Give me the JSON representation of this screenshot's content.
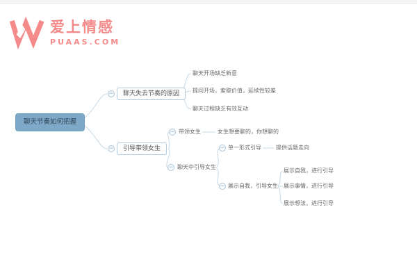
{
  "header": {
    "logo": {
      "title": "爱上情感",
      "subtitle": "PUAAS.COM",
      "color": "#f48a8a"
    }
  },
  "colors": {
    "root_fill": "#7da8c7",
    "node_border": "#b3cbde",
    "connector_line": "#c6d9e7",
    "leaf_text": "#6b6b6b"
  },
  "mindmap": {
    "collapse_glyph": "−",
    "root": {
      "label": "聊天节奏如何把握"
    },
    "branches": [
      {
        "label": "聊天失去节奏的原因",
        "children": [
          {
            "label": "聊天开场缺乏新意"
          },
          {
            "label": "提问开场，索取价值，延续性较差"
          },
          {
            "label": "聊天过程缺乏有效互动"
          }
        ]
      },
      {
        "label": "引导带领女生",
        "children": [
          {
            "label": "带领女生",
            "children": [
              {
                "label": "女生想要聊的，你想聊的"
              }
            ]
          },
          {
            "label": "聊天中引导女生",
            "children": [
              {
                "label": "单一形式引导",
                "children": [
                  {
                    "label": "提供话题走向"
                  }
                ]
              },
              {
                "label": "展示自我，引导女生",
                "children": [
                  {
                    "label": "展示自我，进行引导"
                  },
                  {
                    "label": "展示事情，进行引导"
                  },
                  {
                    "label": "展示想法，进行引导"
                  }
                ]
              }
            ]
          }
        ]
      }
    ]
  }
}
